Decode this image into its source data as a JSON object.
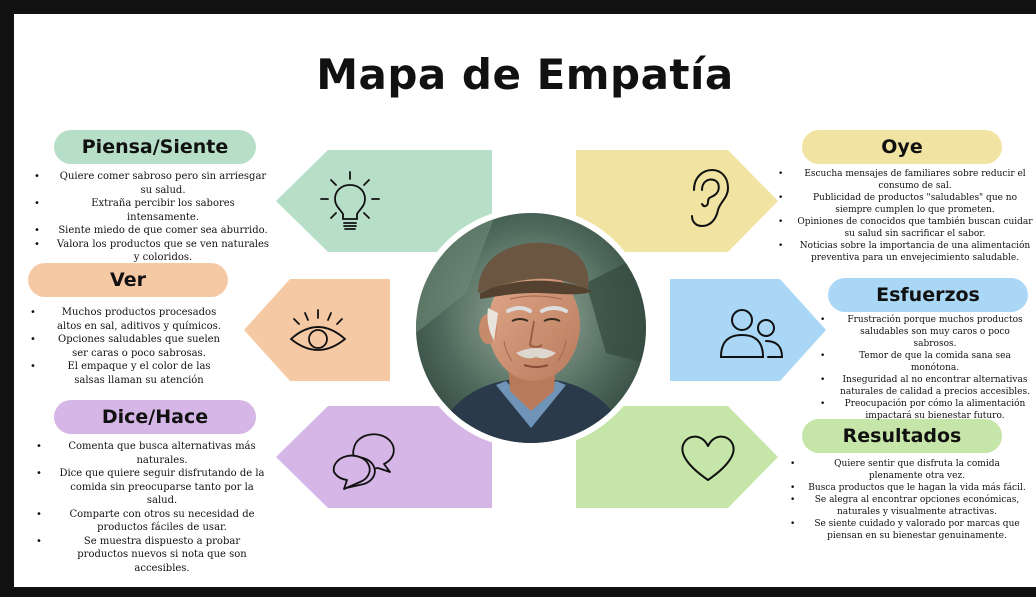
{
  "title": "Mapa de Empatía",
  "colors": {
    "green": "#b7dfc8",
    "peach": "#f6c9a5",
    "lavender": "#d6b6e6",
    "yellow": "#f1e3a2",
    "blue": "#a9d7f5",
    "lime": "#c6e6a9"
  },
  "sections": {
    "piensa": {
      "label": "Piensa/Siente",
      "icon": "lightbulb-icon",
      "items": [
        "Quiere comer sabroso pero sin arriesgar su salud.",
        "Extraña percibir los sabores intensamente.",
        "Siente miedo de que comer sea aburrido.",
        "Valora los productos que se ven naturales y coloridos."
      ]
    },
    "ver": {
      "label": "Ver",
      "icon": "eye-icon",
      "items": [
        "Muchos productos procesados altos en sal, aditivos y químicos.",
        "Opciones saludables que suelen ser caras o poco sabrosas.",
        "El empaque y el color de las salsas llaman su atención"
      ]
    },
    "dice": {
      "label": "Dice/Hace",
      "icon": "speech-bubbles-icon",
      "items": [
        "Comenta que busca alternativas más naturales.",
        "Dice que quiere seguir disfrutando de la comida sin preocuparse tanto por la salud.",
        "Comparte con otros su necesidad de productos fáciles de usar.",
        "Se muestra dispuesto a probar productos nuevos si nota que son accesibles."
      ]
    },
    "oye": {
      "label": "Oye",
      "icon": "ear-icon",
      "items": [
        "Escucha mensajes de familiares sobre reducir el consumo de sal.",
        "Publicidad de productos \"saludables\" que no siempre cumplen lo que prometen.",
        "Opiniones de conocidos que también buscan cuidar su salud sin sacrificar el sabor.",
        "Noticias sobre la importancia de una alimentación preventiva para un envejecimiento saludable."
      ]
    },
    "esfuerzos": {
      "label": "Esfuerzos",
      "icon": "people-icon",
      "items": [
        "Frustración porque muchos productos saludables son muy caros o poco sabrosos.",
        "Temor de que la comida sana sea monótona.",
        "Inseguridad al no encontrar alternativas naturales de calidad a precios accesibles.",
        "Preocupación por cómo la alimentación impactará su bienestar futuro."
      ]
    },
    "resultados": {
      "label": "Resultados",
      "icon": "heart-icon",
      "items": [
        "Quiere sentir que disfruta la comida plenamente otra vez.",
        "Busca productos que le hagan la vida más fácil.",
        "Se alegra al encontrar opciones económicas, naturales y visualmente atractivas.",
        "Se siente cuidado y valorado por marcas que piensan en su bienestar genuinamente."
      ]
    }
  }
}
